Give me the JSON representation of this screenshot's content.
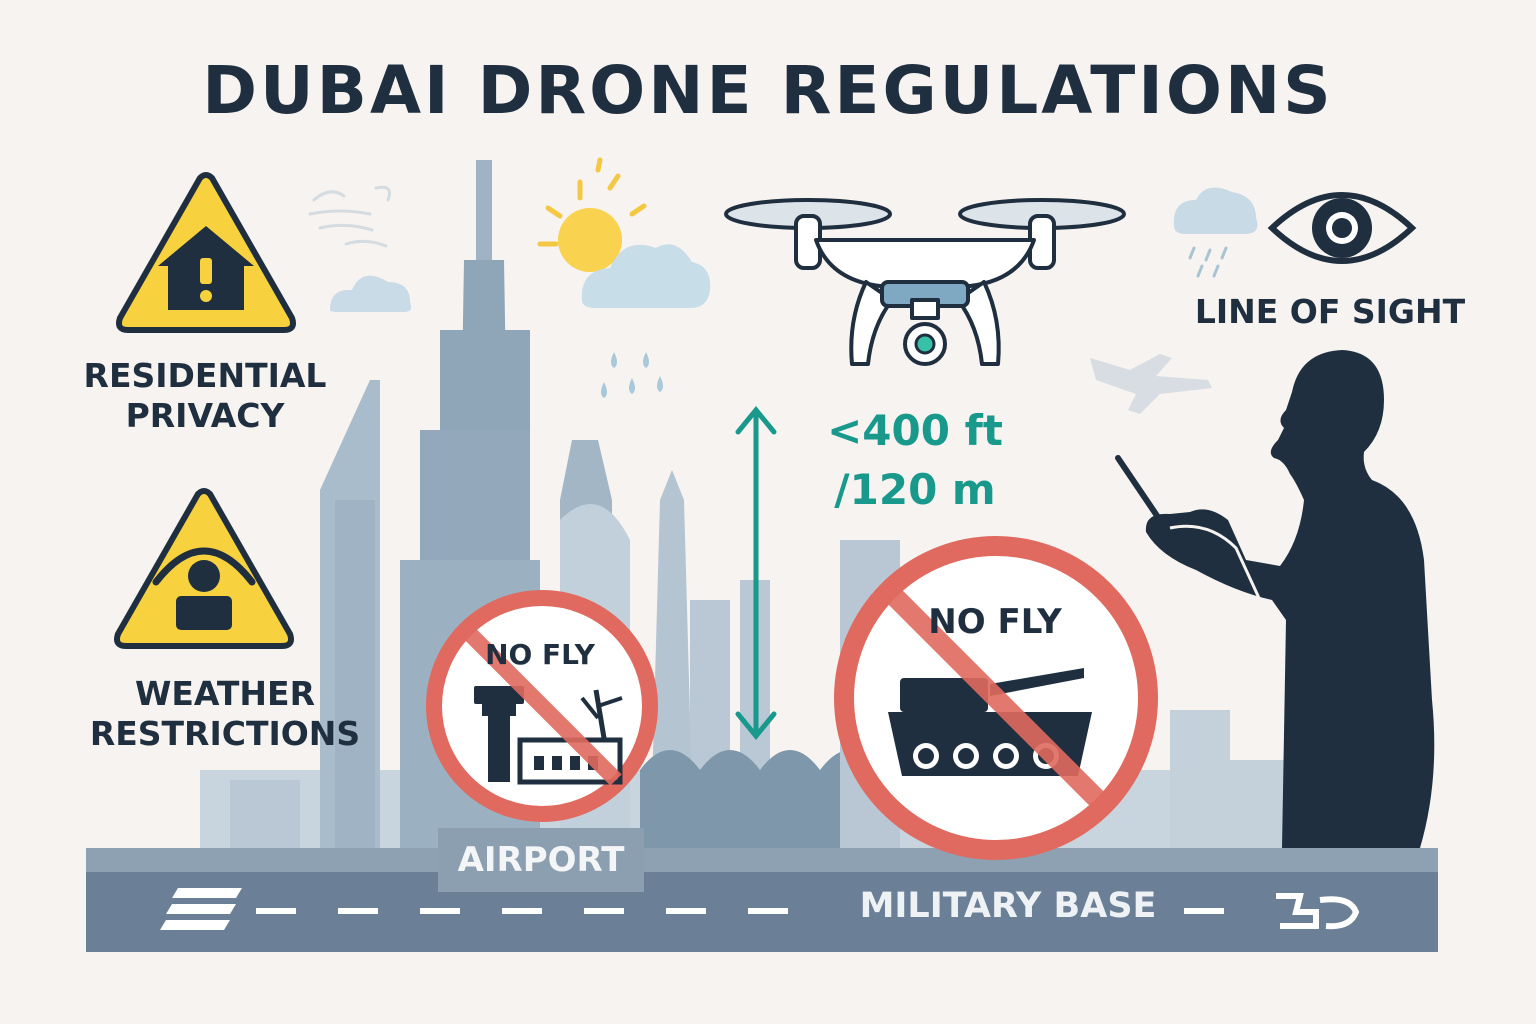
{
  "title": "DUBAI DRONE REGULATIONS",
  "warnings": [
    {
      "lines": [
        "RESIDENTIAL",
        "PRIVACY"
      ],
      "icon": "house-warning-icon"
    },
    {
      "lines": [
        "WEATHER",
        "RESTRICTIONS"
      ],
      "icon": "person-warning-icon"
    }
  ],
  "line_of_sight": {
    "label": "LINE OF SIGHT",
    "icon": "eye-icon"
  },
  "altitude": {
    "line1": "<400 ft",
    "line2": "/120 m"
  },
  "zones": {
    "airport": {
      "sign": "NO FLY",
      "label": "AIRPORT"
    },
    "military": {
      "sign": "NO FLY",
      "label": "MILITARY BASE"
    }
  },
  "colors": {
    "warning_yellow": "#f7d23e",
    "prohibition_red": "#e06a5f",
    "altitude_teal": "#18998c",
    "dark_navy": "#1f2f3f",
    "skyline_blue": "#9aaebf",
    "road": "#6b8096"
  }
}
